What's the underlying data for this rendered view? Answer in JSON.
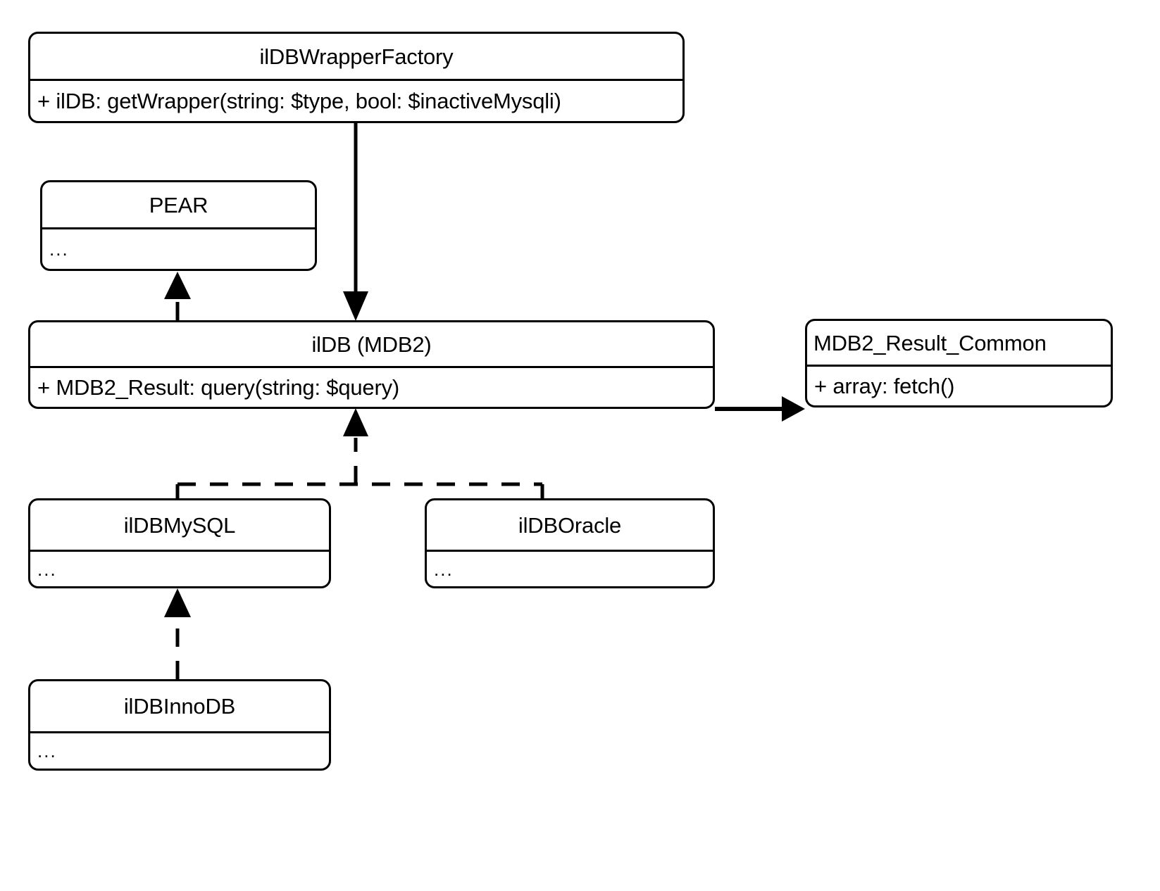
{
  "diagram": {
    "type": "uml-class-diagram",
    "title": "ilDB wrapper class hierarchy",
    "background_color": "#ffffff",
    "line_color": "#000000",
    "classes": [
      {
        "id": "ilDBWrapperFactory",
        "name": "ilDBWrapperFactory",
        "members": "+ ilDB: getWrapper(string: $type, bool: $inactiveMysqli)",
        "members_is_ellipsis": false
      },
      {
        "id": "PEAR",
        "name": "PEAR",
        "members": "...",
        "members_is_ellipsis": true
      },
      {
        "id": "ilDB",
        "name": "ilDB (MDB2)",
        "members": "+ MDB2_Result: query(string: $query)",
        "members_is_ellipsis": false
      },
      {
        "id": "MDB2_Result_Common",
        "name": "MDB2_Result_Common",
        "members": "+ array: fetch()",
        "members_is_ellipsis": false
      },
      {
        "id": "ilDBMySQL",
        "name": "ilDBMySQL",
        "members": "...",
        "members_is_ellipsis": true
      },
      {
        "id": "ilDBOracle",
        "name": "ilDBOracle",
        "members": "...",
        "members_is_ellipsis": true
      },
      {
        "id": "ilDBInnoDB",
        "name": "ilDBInnoDB",
        "members": "...",
        "members_is_ellipsis": true
      }
    ],
    "relations": [
      {
        "id": "factory-creates-ildb",
        "from": "ilDBWrapperFactory",
        "to": "ilDB",
        "style": "solid",
        "arrow": "filled-triangle-open",
        "kind": "dependency-down"
      },
      {
        "id": "ildb-extends-pear",
        "from": "ilDB",
        "to": "PEAR",
        "style": "dashed",
        "arrow": "filled-triangle",
        "kind": "generalization"
      },
      {
        "id": "ildb-uses-mdb2result",
        "from": "ilDB",
        "to": "MDB2_Result_Common",
        "style": "solid",
        "arrow": "open-arrow",
        "kind": "association"
      },
      {
        "id": "ildbmysql-implements-ildb",
        "from": "ilDBMySQL",
        "to": "ilDB",
        "style": "dashed",
        "arrow": "filled-triangle",
        "kind": "realization"
      },
      {
        "id": "ildboracle-implements-ildb",
        "from": "ilDBOracle",
        "to": "ilDB",
        "style": "dashed",
        "arrow": "filled-triangle",
        "kind": "realization"
      },
      {
        "id": "ildbinnodb-extends-ildbmysql",
        "from": "ilDBInnoDB",
        "to": "ilDBMySQL",
        "style": "dashed",
        "arrow": "filled-triangle",
        "kind": "generalization"
      }
    ]
  }
}
